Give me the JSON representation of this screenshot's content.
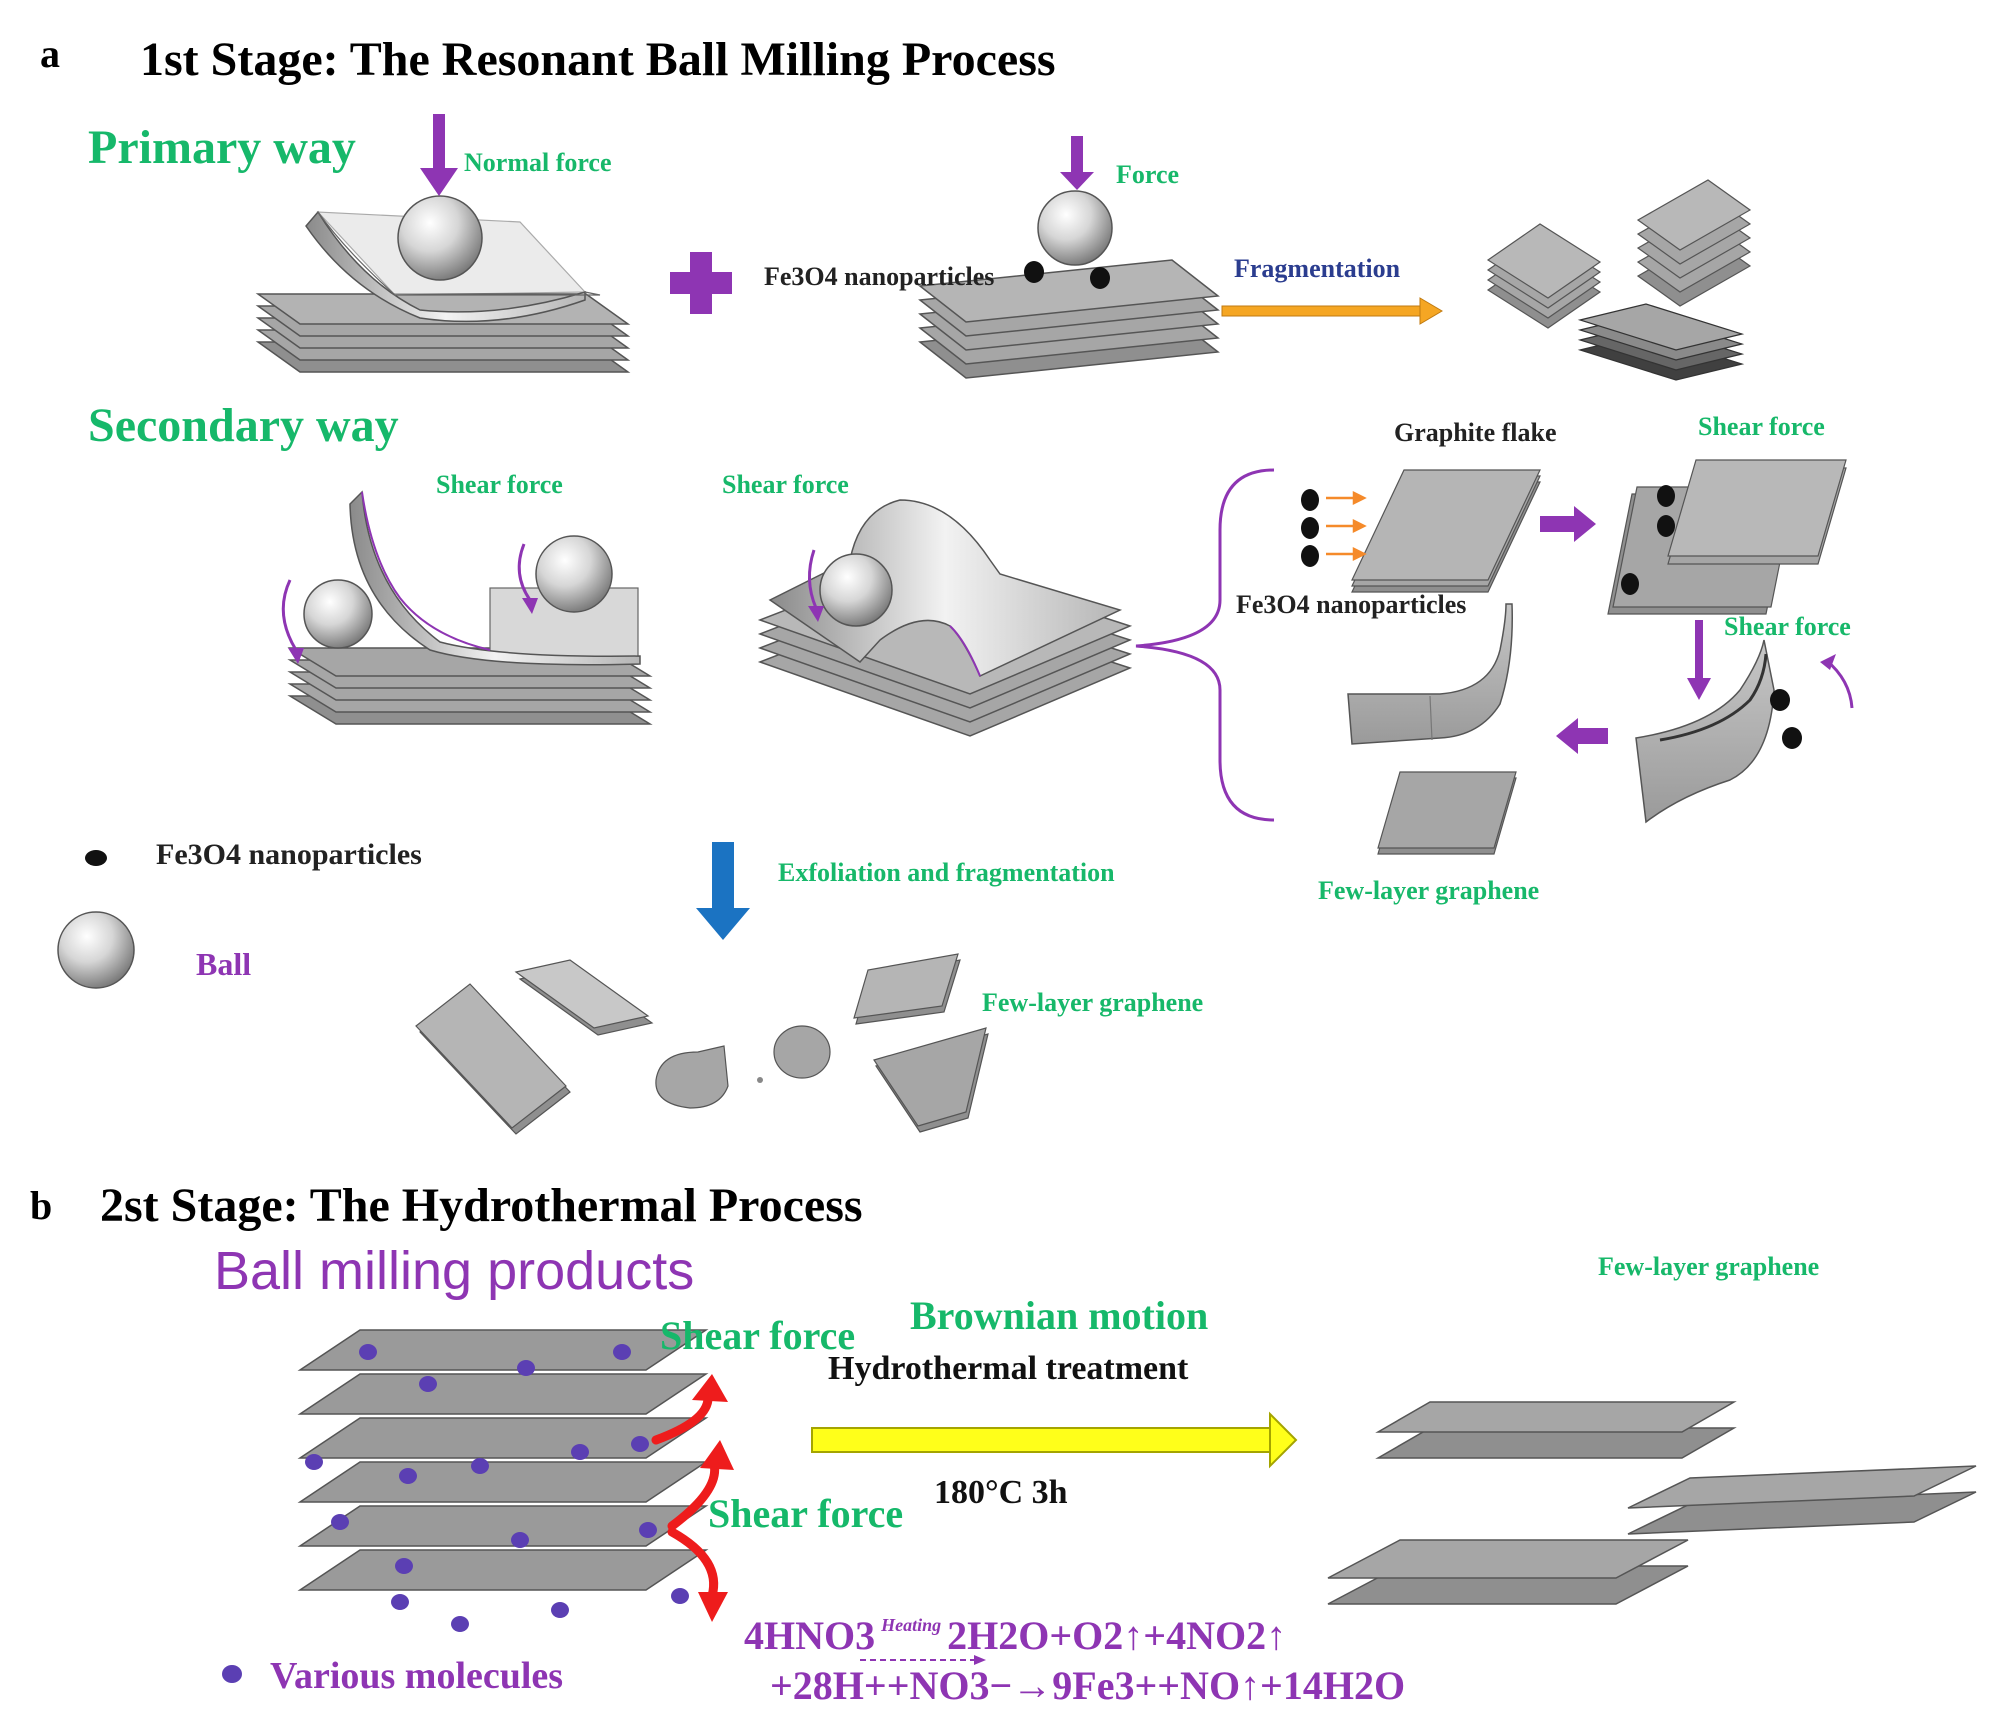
{
  "panel_a": {
    "letter": "a",
    "title": "1st Stage: The Resonant Ball Milling Process",
    "primary_way": "Primary way",
    "normal_force": "Normal force",
    "force": "Force",
    "fe3o4_label": "Fe3O4 nanoparticles",
    "fragmentation": "Fragmentation",
    "secondary_way": "Secondary way",
    "shear_force_1": "Shear force",
    "shear_force_2": "Shear force",
    "graphite_flake": "Graphite flake",
    "shear_force_3": "Shear force",
    "fe3o4_label_2": "Fe3O4 nanoparticles",
    "shear_force_4": "Shear force",
    "few_layer_graphene_1": "Few-layer graphene",
    "legend_fe3o4": "Fe3O4 nanoparticles",
    "legend_ball": "Ball",
    "exfoliation": "Exfoliation and fragmentation",
    "few_layer_graphene_2": "Few-layer graphene"
  },
  "panel_b": {
    "letter": "b",
    "title": "2st Stage: The Hydrothermal Process",
    "ball_milling_products": "Ball milling products",
    "shear_force_top": "Shear force",
    "brownian_motion": "Brownian motion",
    "hydrothermal_treatment": "Hydrothermal  treatment",
    "shear_force_mid": "Shear force",
    "temperature_time": "180°C 3h",
    "few_layer_graphene": "Few-layer graphene",
    "various_molecules": "Various molecules",
    "eq1_reactant": "4HNO3",
    "eq1_condition": "Heating",
    "eq1_products": "2H2O+O2↑+4NO2↑",
    "eq2": "+28H++NO3−→9Fe3++NO↑+14H2O"
  },
  "colors": {
    "green_label": "#17b86a",
    "purple": "#8e35b3",
    "navy": "#2b3d8f",
    "sheet_gray": "#a6a6a6",
    "orange_arrow": "#f5a623",
    "blue_arrow": "#1b73c2",
    "red_arrow": "#ee1c1c",
    "yellow_arrow": "#ffff1a"
  }
}
